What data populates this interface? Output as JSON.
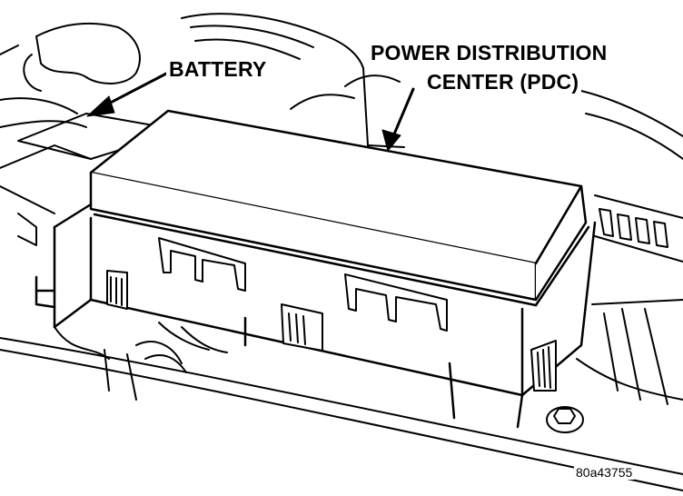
{
  "labels": {
    "battery": "BATTERY",
    "pdc_line1": "POWER DISTRIBUTION",
    "pdc_line2": "CENTER (PDC)"
  },
  "figure_id": "80a43755",
  "colors": {
    "ink": "#000000",
    "paper": "#ffffff"
  }
}
